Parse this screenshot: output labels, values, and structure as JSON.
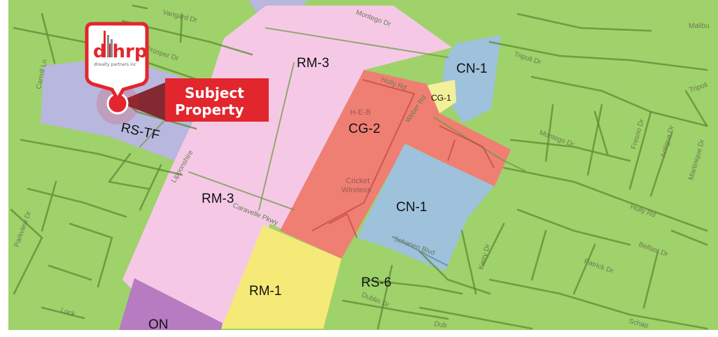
{
  "zones": [
    {
      "id": "rm3-top",
      "label": "RM-3",
      "color": "#f5c9e6"
    },
    {
      "id": "rm3-left",
      "label": "RM-3",
      "color": "#f5c9e6"
    },
    {
      "id": "cn1-top",
      "label": "CN-1",
      "color": "#9ec1dc"
    },
    {
      "id": "cg1",
      "label": "CG-1",
      "color": "#f4f09a"
    },
    {
      "id": "cg2",
      "label": "CG-2",
      "color": "#f07f73"
    },
    {
      "id": "cn1-main",
      "label": "CN-1",
      "color": "#9ec1dc"
    },
    {
      "id": "rstf",
      "label": "RS-TF",
      "color": "#b8b7dd"
    },
    {
      "id": "rm1",
      "label": "RM-1",
      "color": "#f5e978"
    },
    {
      "id": "rs6",
      "label": "RS-6",
      "color": "#9fd26a"
    },
    {
      "id": "on",
      "label": "ON",
      "color": "#b67bc0"
    }
  ],
  "streets": {
    "carroll": "Carroll Ln",
    "prosper": "Prosper Dr",
    "vanguard": "Vangard Dr",
    "montego_top": "Montego Dr",
    "tripoli": "Tripoli Dr",
    "tripoli_right": "Tripoli",
    "malibu": "Malibu",
    "holly_top": "Holly Rd",
    "weber": "Weber Rd",
    "montego": "Montego Dr",
    "fresno": "Fresno Dr",
    "antigua": "Antigua Dr",
    "martinique": "Martinique Dr",
    "holly_right": "Holly Rd",
    "belfast": "Belfast Dr",
    "patrick": "Patrick Dr",
    "kerry": "Kerry Dr",
    "schanen": "Schanen Blvd",
    "dublin": "Dublin Dr",
    "dub": "Dub",
    "schap": "Schap",
    "caravelle": "Caravelle Pkwy",
    "lipponshire": "Lipponshire",
    "parkview": "Parkview Dr",
    "lock": "Lock"
  },
  "pois": {
    "heb": "H-E-B",
    "cricket": "Cricket Wireless"
  },
  "callout": {
    "line1": "Subject",
    "line2": "Property",
    "color": "#e2262d"
  },
  "logo": {
    "mark": "dlhrp",
    "tagline": "dlrealty partners inc"
  },
  "colors": {
    "residential_green": "#9fd26a",
    "marker_red": "#e2262d"
  }
}
